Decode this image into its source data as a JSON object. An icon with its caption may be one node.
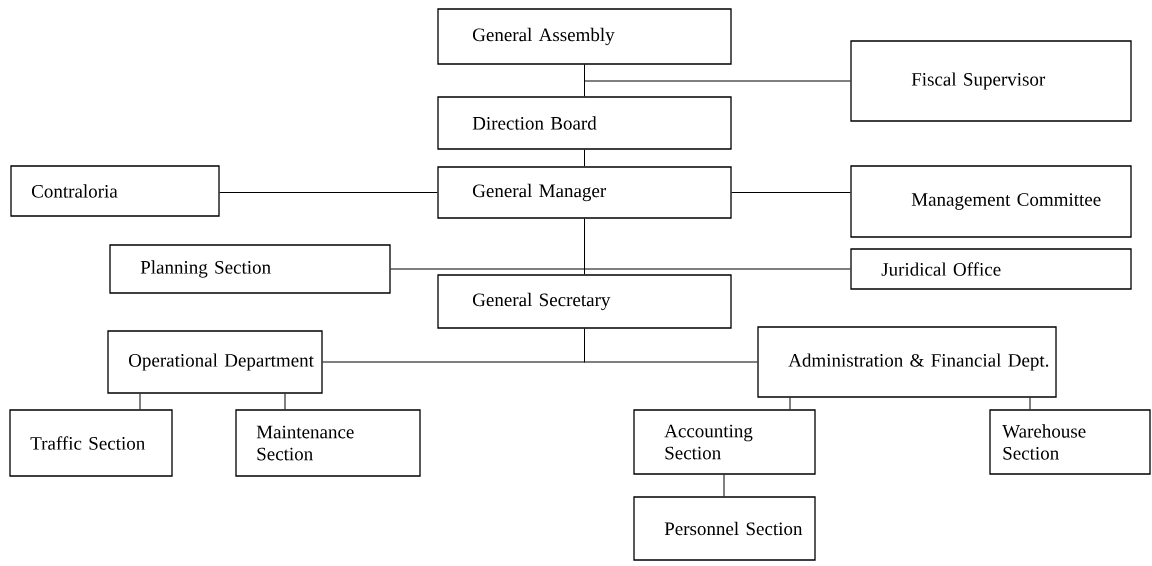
{
  "diagram": {
    "nodes": [
      {
        "text": [
          "General Assembly"
        ]
      },
      {
        "text": [
          "Fiscal Supervisor"
        ]
      },
      {
        "text": [
          "Direction Board"
        ]
      },
      {
        "text": [
          "Contraloria"
        ]
      },
      {
        "text": [
          "General Manager"
        ]
      },
      {
        "text": [
          "Management Committee"
        ]
      },
      {
        "text": [
          "Planning Section"
        ]
      },
      {
        "text": [
          "Juridical Office"
        ]
      },
      {
        "text": [
          "General Secretary"
        ]
      },
      {
        "text": [
          "Operational Department"
        ]
      },
      {
        "text": [
          "Administration & Financial Dept."
        ]
      },
      {
        "text": [
          "Traffic Section"
        ]
      },
      {
        "text": [
          "Maintenance Section"
        ]
      },
      {
        "text": [
          "Accounting Section"
        ]
      },
      {
        "text": [
          "Warehouse Section"
        ]
      },
      {
        "text": [
          "Personnel Section"
        ]
      }
    ],
    "edges": [
      {
        "from": 0,
        "to": 2,
        "arrow": "none"
      },
      {
        "from": 0,
        "to": 1,
        "arrow": "none"
      },
      {
        "from": 2,
        "to": 4,
        "arrow": "none"
      },
      {
        "from": 4,
        "to": 3,
        "arrow": "none"
      },
      {
        "from": 4,
        "to": 5,
        "arrow": "none"
      },
      {
        "from": 4,
        "to": 6,
        "arrow": "none"
      },
      {
        "from": 4,
        "to": 7,
        "arrow": "none"
      },
      {
        "from": 4,
        "to": 8,
        "arrow": "none"
      },
      {
        "from": 8,
        "to": 9,
        "arrow": "none"
      },
      {
        "from": 8,
        "to": 10,
        "arrow": "none"
      },
      {
        "from": 9,
        "to": 11,
        "arrow": "none"
      },
      {
        "from": 9,
        "to": 12,
        "arrow": "none"
      },
      {
        "from": 10,
        "to": 13,
        "arrow": "none"
      },
      {
        "from": 10,
        "to": 14,
        "arrow": "none"
      },
      {
        "from": 13,
        "to": 15,
        "arrow": "none"
      }
    ]
  }
}
